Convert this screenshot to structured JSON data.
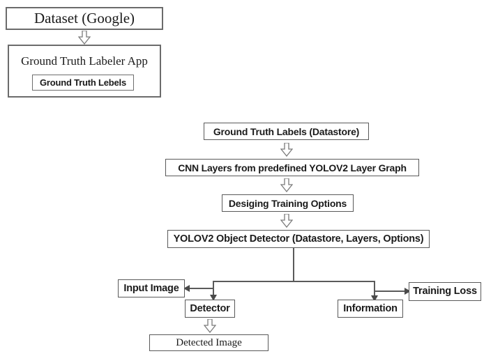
{
  "diagram": {
    "title": "YOLOV2 object detection training workflow",
    "colors": {
      "box_border": "#595959",
      "box_border_heavy": "#6b6b6b",
      "connector": "#5a5a5a",
      "arrowhead": "#4a4a4a",
      "background": "#ffffff",
      "text": "#1a1a1a"
    },
    "nodes": {
      "dataset": "Dataset (Google)",
      "labeler_app": "Ground Truth Labeler App",
      "ground_truth_lebels": "Ground Truth Lebels",
      "ground_truth_labels_datastore": "Ground Truth Labels (Datastore)",
      "cnn_layers": "CNN Layers from predefined YOLOV2 Layer Graph",
      "training_options": "Desiging Training Options",
      "object_detector": "YOLOV2 Object Detector (Datastore, Layers, Options)",
      "input_image": "Input Image",
      "detector": "Detector",
      "information": "Information",
      "training_loss": "Training Loss",
      "detected_image": "Detected Image"
    },
    "edges": [
      {
        "from": "dataset",
        "to": "labeler_app",
        "style": "block-arrow-down"
      },
      {
        "from": "ground_truth_labels_datastore",
        "to": "cnn_layers",
        "style": "block-arrow-down"
      },
      {
        "from": "cnn_layers",
        "to": "training_options",
        "style": "block-arrow-down"
      },
      {
        "from": "training_options",
        "to": "object_detector",
        "style": "block-arrow-down"
      },
      {
        "from": "object_detector",
        "to": "input_image",
        "style": "line-arrow-left"
      },
      {
        "from": "object_detector",
        "to": "detector",
        "style": "line-arrow-down"
      },
      {
        "from": "object_detector",
        "to": "information",
        "style": "line-arrow-down"
      },
      {
        "from": "object_detector",
        "to": "training_loss",
        "style": "line-arrow-right"
      },
      {
        "from": "detector",
        "to": "detected_image",
        "style": "block-arrow-down"
      }
    ]
  }
}
